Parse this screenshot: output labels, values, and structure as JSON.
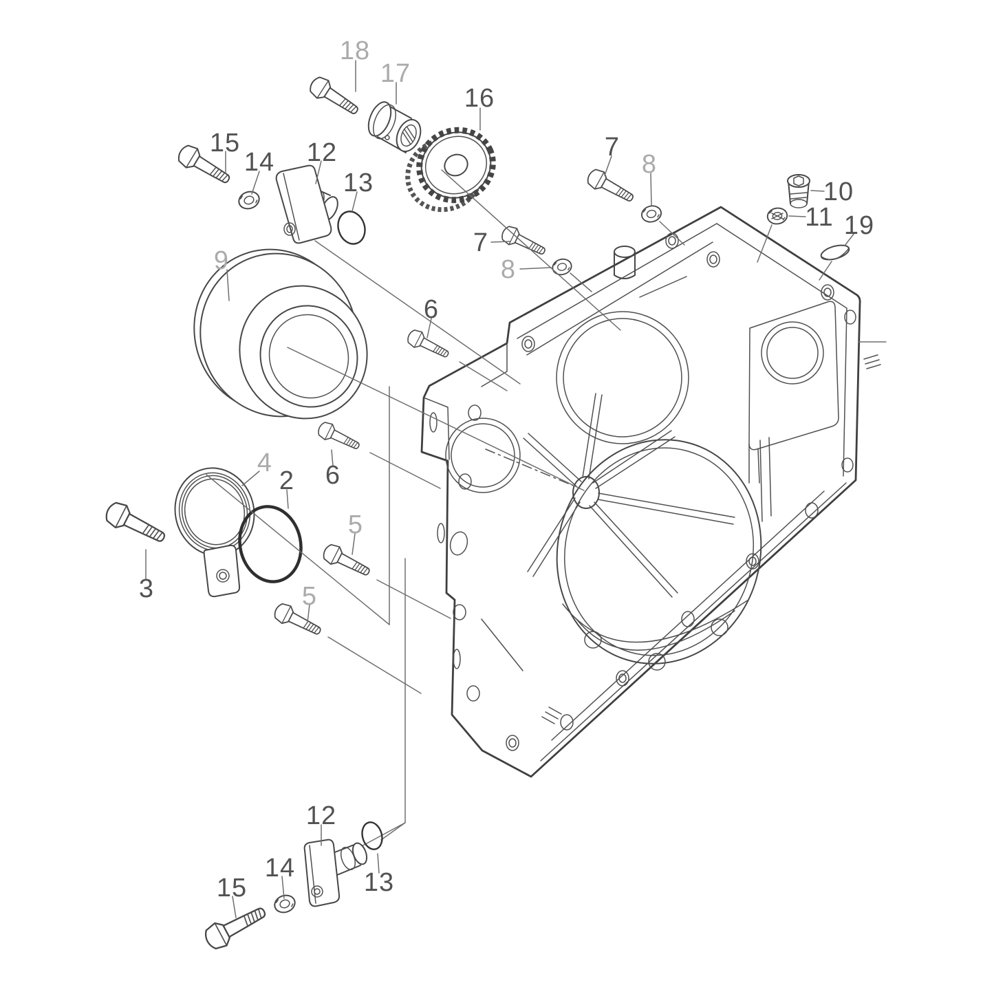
{
  "figure": {
    "kind": "exploded-parts-diagram",
    "subject": "engine timing gear case housing with fasteners, seals, gear and plugs",
    "background_color": "#ffffff",
    "line_color": "#474747",
    "callout_color_primary": "#525252",
    "callout_color_muted": "#ababab"
  },
  "callouts": [
    {
      "label": "18",
      "tone": "muted"
    },
    {
      "label": "17",
      "tone": "muted"
    },
    {
      "label": "16",
      "tone": "primary"
    },
    {
      "label": "15",
      "tone": "primary"
    },
    {
      "label": "14",
      "tone": "primary"
    },
    {
      "label": "12",
      "tone": "primary"
    },
    {
      "label": "13",
      "tone": "primary"
    },
    {
      "label": "7",
      "tone": "primary"
    },
    {
      "label": "8",
      "tone": "muted"
    },
    {
      "label": "10",
      "tone": "primary"
    },
    {
      "label": "11",
      "tone": "primary"
    },
    {
      "label": "19",
      "tone": "primary"
    },
    {
      "label": "9",
      "tone": "muted"
    },
    {
      "label": "7",
      "tone": "primary"
    },
    {
      "label": "8",
      "tone": "muted"
    },
    {
      "label": "6",
      "tone": "primary"
    },
    {
      "label": "4",
      "tone": "muted"
    },
    {
      "label": "2",
      "tone": "primary"
    },
    {
      "label": "6",
      "tone": "primary"
    },
    {
      "label": "5",
      "tone": "muted"
    },
    {
      "label": "3",
      "tone": "primary"
    },
    {
      "label": "5",
      "tone": "muted"
    },
    {
      "label": "12",
      "tone": "primary"
    },
    {
      "label": "14",
      "tone": "primary"
    },
    {
      "label": "13",
      "tone": "primary"
    },
    {
      "label": "15",
      "tone": "primary"
    }
  ]
}
